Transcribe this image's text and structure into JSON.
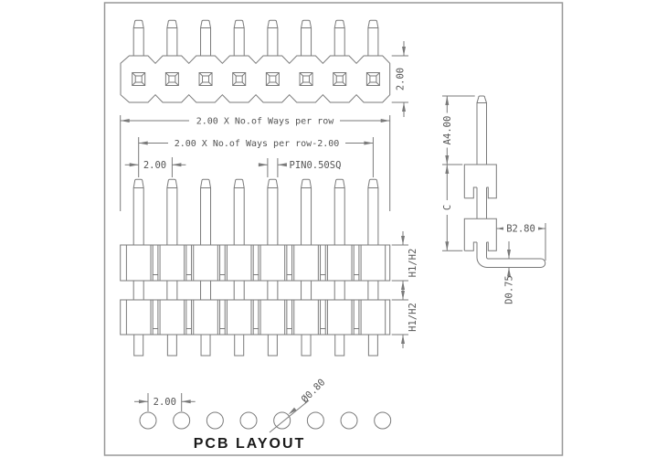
{
  "drawing": {
    "top_view": {
      "pins_shown": 8,
      "strip_width_dim": "2.00"
    },
    "front_view": {
      "pins_shown": 8,
      "overall_dim": "2.00 X No.of Ways per row",
      "inner_dim": "2.00 X No.of Ways per row-2.00",
      "pitch_dim": "2.00",
      "pin_dim": "PIN0.50SQ",
      "row1_height_dim": "H1/H2",
      "row2_height_dim": "H1/H2"
    },
    "side_view": {
      "pin_length_dim": "A4.00",
      "insulator_stack_dim": "C",
      "tail_length_dim": "B2.80",
      "tail_thickness_dim": "D0.75"
    },
    "pcb_layout": {
      "holes_shown": 8,
      "pitch_dim": "2.00",
      "hole_dim": "Ø0.80",
      "title": "PCB LAYOUT"
    },
    "colors": {
      "line": "#7a7a7a",
      "text": "#555555",
      "title_text": "#1a1a1a",
      "border": "#979797",
      "background": "#ffffff"
    }
  }
}
